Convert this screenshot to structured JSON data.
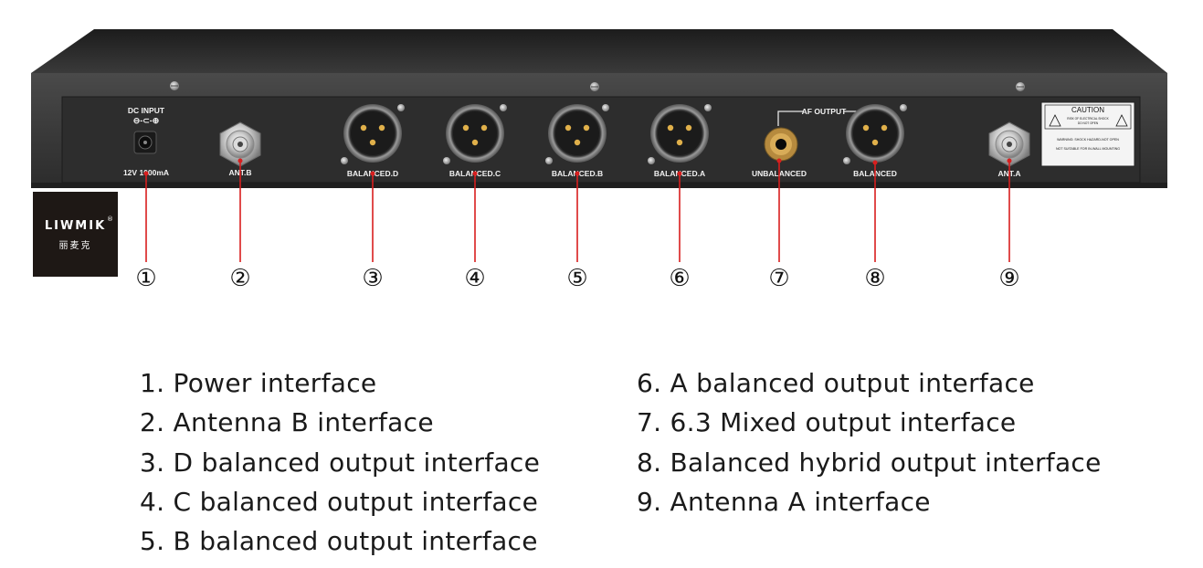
{
  "panel": {
    "dc_input_label": "DC INPUT",
    "polarity_symbol": "⊖-⊂-⊕",
    "power_rating": "12V 1000mA",
    "ant_b_label": "ANT.B",
    "balanced_d_label": "BALANCED.D",
    "balanced_c_label": "BALANCED.C",
    "balanced_b_label": "BALANCED.B",
    "balanced_a_label": "BALANCED.A",
    "af_output_label": "AF OUTPUT",
    "unbalanced_label": "UNBALANCED",
    "balanced_label": "BALANCED",
    "ant_a_label": "ANT.A",
    "caution_title": "CAUTION",
    "caution_line1": "RISK OF ELECTRICAL SHOCK",
    "caution_line2": "DO NOT OPEN",
    "caution_line3": "WARNING: SHOCK HAZARD-NOT OPEN",
    "caution_line4": "NOT SUITABLE FOR IN-WALL MOUNTING"
  },
  "brand": {
    "name": "LIWMIK",
    "registered": "®",
    "chinese": "丽麦克"
  },
  "callouts": [
    "①",
    "②",
    "③",
    "④",
    "⑤",
    "⑥",
    "⑦",
    "⑧",
    "⑨"
  ],
  "legend_left": [
    "1. Power interface",
    "2. Antenna B interface",
    "3. D balanced output interface",
    "4. C balanced output interface",
    "5. B balanced output interface"
  ],
  "legend_right": [
    "6. A balanced output interface",
    "7. 6.3 Mixed output interface",
    "8. Balanced hybrid output interface",
    "9. Antenna A interface"
  ],
  "colors": {
    "chassis_top": "#2b2b2b",
    "chassis_face": "#3c3c3c",
    "panel_inset": "#2e2e2e",
    "callout_line": "#d81e1e",
    "brand_bg": "#1e1815"
  }
}
